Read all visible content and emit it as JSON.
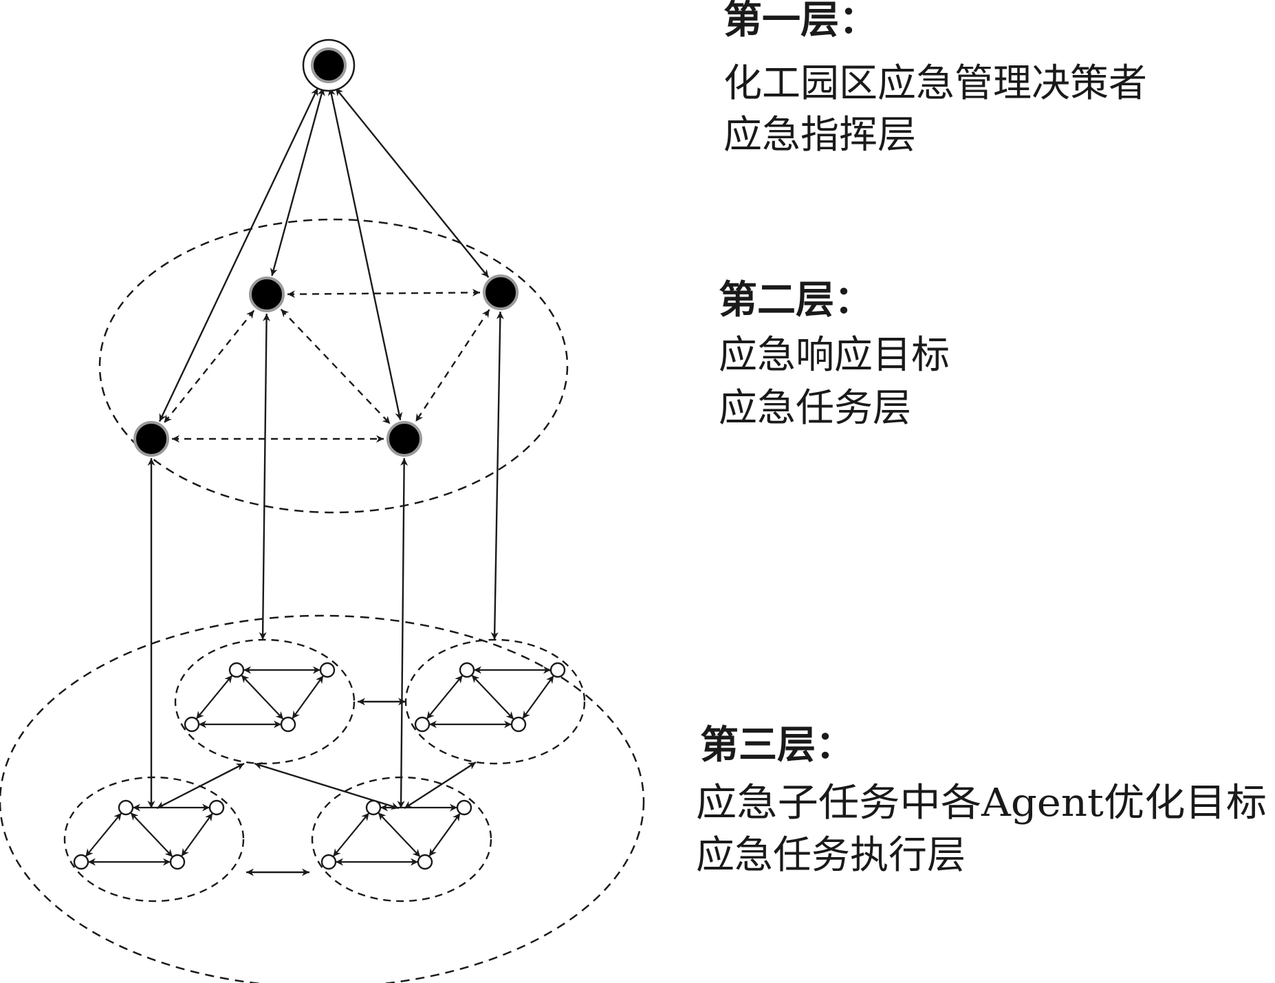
{
  "layers": [
    {
      "heading": "第一层：",
      "lines": [
        "化工园区应急管理决策者",
        "应急指挥层"
      ]
    },
    {
      "heading": "第二层：",
      "lines": [
        "应急响应目标",
        "应急任务层"
      ]
    },
    {
      "heading": "第三层：",
      "lines": [
        "应急子任务中各Agent优化目标",
        "应急任务执行层"
      ]
    }
  ],
  "colors": {
    "ink": "#1a1a1a",
    "node_fill": "#000000",
    "node_ring": "#9a9a9a",
    "background": "#ffffff"
  }
}
